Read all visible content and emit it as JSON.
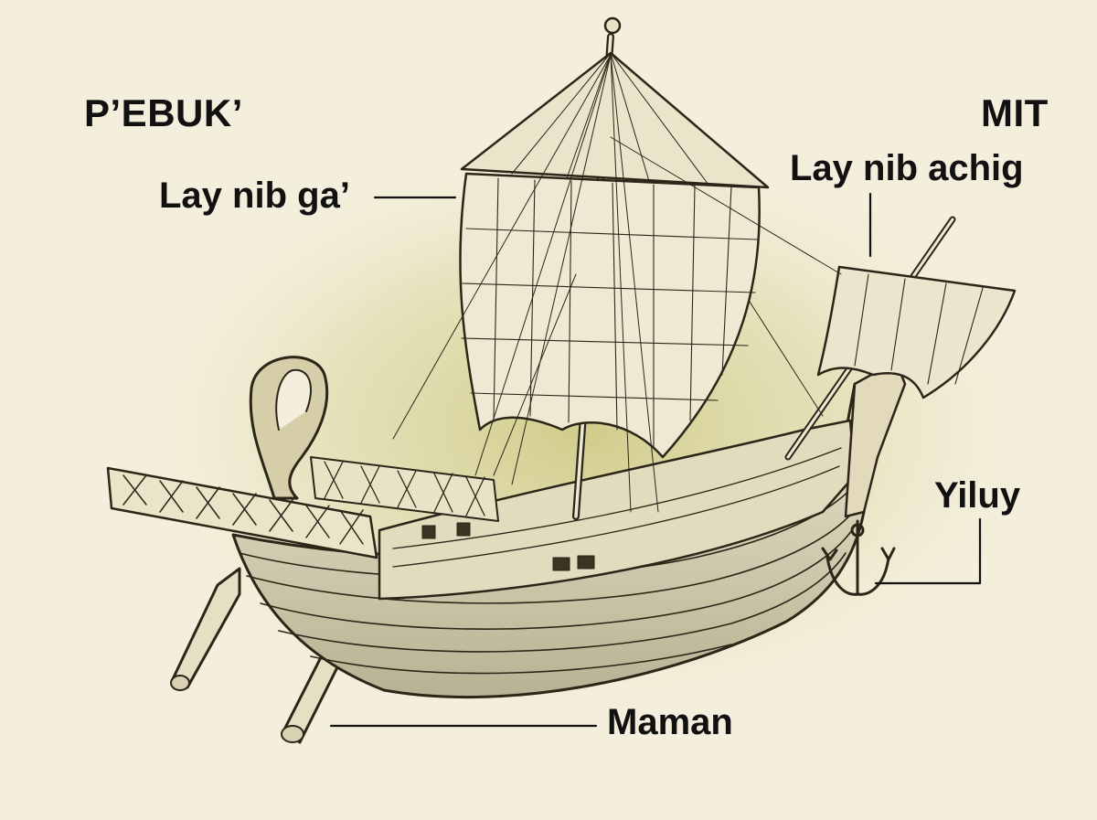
{
  "labels": {
    "stern": "P’EBUK’",
    "bow": "MIT",
    "mainsail": "Lay nib ga’",
    "foresail": "Lay nib achig",
    "anchor": "Yiluy",
    "rudder": "Maman"
  },
  "colors": {
    "background": "#f3efdc",
    "glow": "#d8d39a",
    "ink": "#2b2618",
    "hull": "#e9e2c6",
    "sail": "#efe9d4"
  }
}
